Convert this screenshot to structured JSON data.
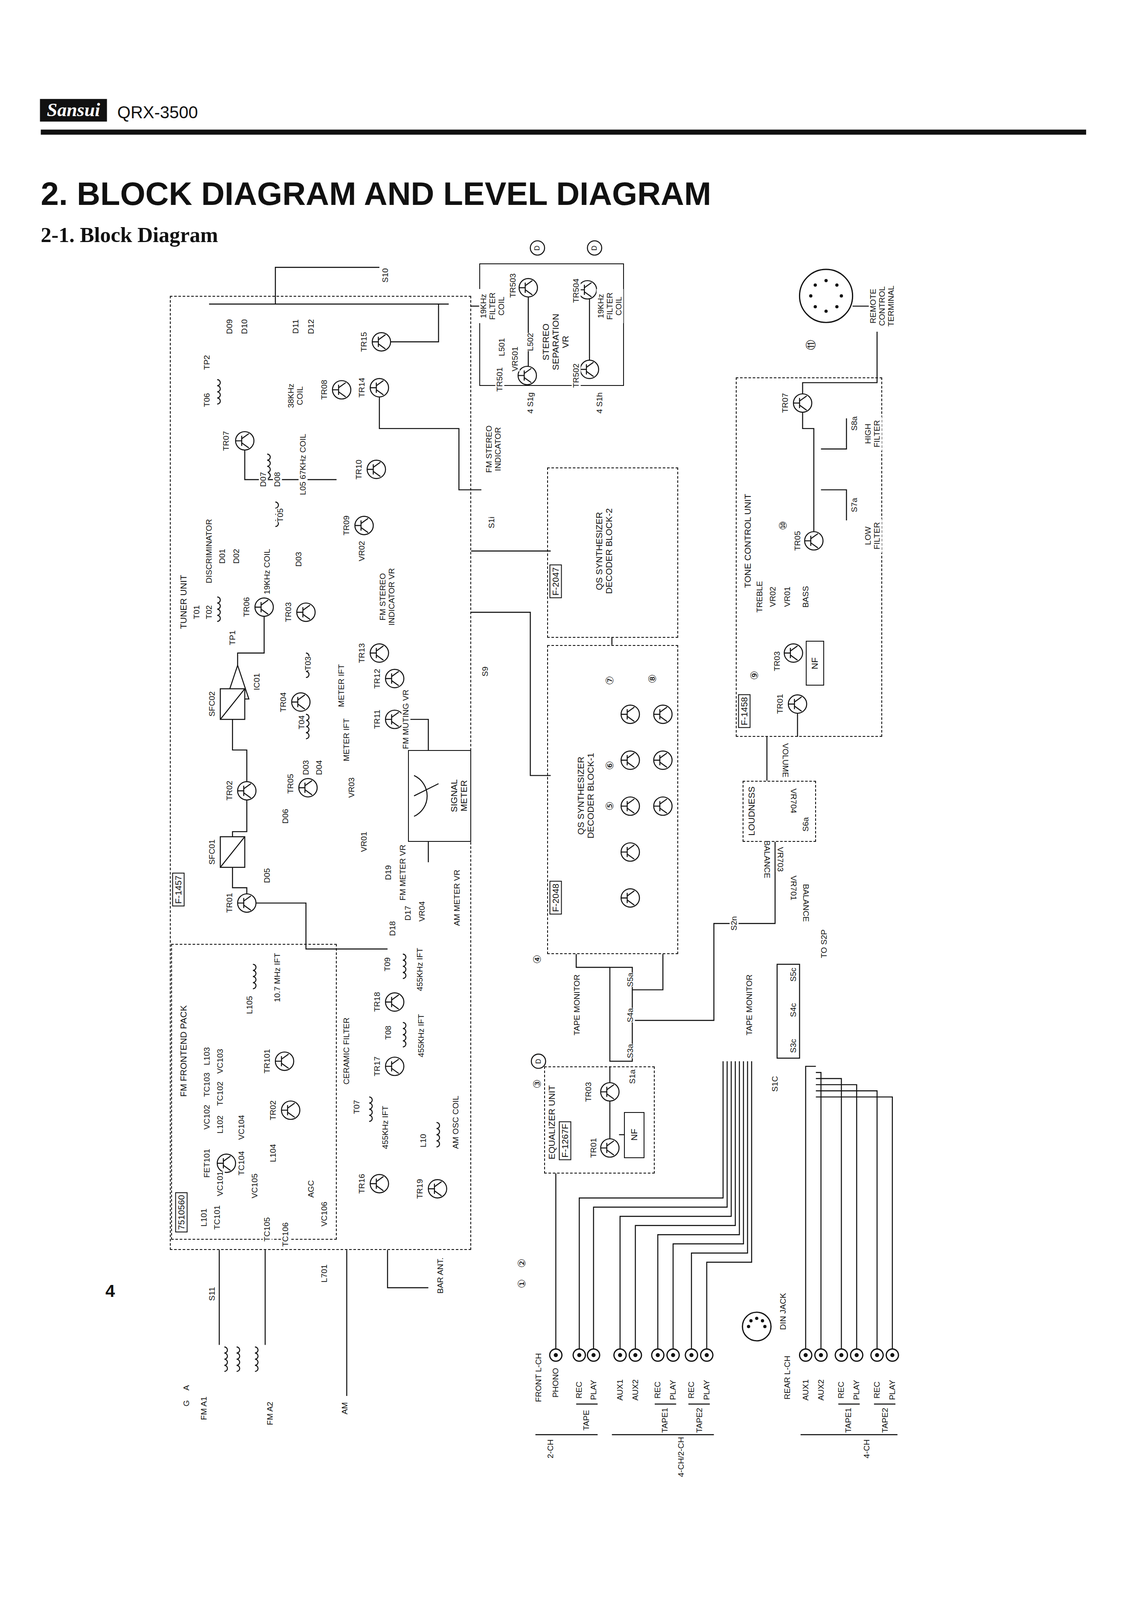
{
  "diagram": {
    "title": "2. BLOCK DIAGRAM AND LEVEL DIAGRAM",
    "nodes": [
      {
        "text": [
          "TUNER UNIT",
          "F-1457"
        ]
      },
      {
        "text": [
          "FM FRONTEND PACK",
          "7510560"
        ],
        "in": 0
      },
      {
        "text": [
          "SIGNAL METER"
        ],
        "in": 0
      },
      {
        "text": [
          "STEREO SEPARATION VR"
        ]
      },
      {
        "text": [
          "F-2047",
          "QS SYNTHESIZER DECODER BLOCK-2"
        ]
      },
      {
        "text": [
          "F-2048",
          "QS SYNTHESIZER DECODER BLOCK-1"
        ]
      },
      {
        "text": [
          "F-1458",
          "TONE CONTROL UNIT"
        ]
      },
      {
        "text": [
          "NF"
        ],
        "in": 6
      },
      {
        "text": [
          "F-1267F",
          "EQUALIZER UNIT"
        ]
      },
      {
        "text": [
          "NF"
        ],
        "in": 8
      },
      {
        "text": [
          "LOUDNESS"
        ]
      }
    ],
    "edges": [
      {
        "from": 4,
        "to": 5,
        "arrow": "none"
      },
      {
        "from": 10,
        "to": 6,
        "arrow": "none"
      },
      {
        "from": 0,
        "to": 3,
        "arrow": "none"
      }
    ],
    "labels": [
      "Sansui",
      "QRX-3500",
      "2-1. Block Diagram",
      "4",
      "TP2",
      "D09",
      "D10",
      "D11",
      "D12",
      "T06",
      "38KHz COIL",
      "TR07",
      "TR08",
      "TR15",
      "TR14",
      "TR10",
      "TR09",
      "L05 67KHz COIL",
      "D07",
      "D08",
      "DISCRIMINATOR",
      "D01",
      "D02",
      "T05",
      "19KHz COIL",
      "TR06",
      "D03",
      "VR02",
      "FM STEREO INDICATOR VR",
      "T01",
      "T02",
      "TP1",
      "TR03",
      "IC01",
      "TR13",
      "T03",
      "METER IFT",
      "TR04",
      "METER IFT",
      "TR12",
      "TR11",
      "FM MUTING VR",
      "SFC02",
      "T04",
      "D03",
      "D04",
      "TR02",
      "TR05",
      "VR03",
      "SFC01",
      "D05",
      "D06",
      "VR01",
      "FM METER VR",
      "TR01",
      "D19",
      "D17",
      "D18",
      "VR04",
      "AM METER VR",
      "T09",
      "455KHz IFT",
      "TR18",
      "T08",
      "455KHz IFT",
      "CERAMIC FILTER",
      "TR17",
      "T07",
      "455KHz IFT",
      "TR16",
      "L10",
      "AM OSC COIL",
      "TR19",
      "L701",
      "BAR ANT.",
      "L105",
      "10.7 MHz IFT",
      "TR101",
      "TR02",
      "L104",
      "L103",
      "TC103",
      "VC102",
      "VC103",
      "TC102",
      "L102",
      "FET101",
      "TC104",
      "VC104",
      "VC105",
      "VC101",
      "L101",
      "TC101",
      "TC105",
      "TC106",
      "VC106",
      "AGC",
      "S11",
      "A",
      "G",
      "FM A1",
      "FM A2",
      "AM",
      "S10",
      "FM STEREO INDICATOR",
      "S1i",
      "S9",
      "19KHz FILTER COIL",
      "TR503",
      "L501",
      "VR501",
      "TR501",
      "L502",
      "TR504",
      "TR502",
      "19KHz FILTER COIL",
      "4 S1g",
      "4 S1h",
      "⑤",
      "⑥",
      "⑦",
      "⑧",
      "④",
      "③",
      "②",
      "①",
      "⑨",
      "⑩",
      "⑪",
      "D",
      "D",
      "D",
      "TAPE MONITOR",
      "TAPE MONITOR",
      "S5a",
      "S4a",
      "S3a",
      "S1a",
      "S5c",
      "S4c",
      "S3c",
      "S1C",
      "S2n",
      "TO S2P",
      "TR01",
      "TR03",
      "TREBLE",
      "VR02",
      "VR01",
      "BASS",
      "TR05",
      "TR07",
      "S8a",
      "HIGH FILTER",
      "S7a",
      "LOW FILTER",
      "VOLUME",
      "VR704",
      "S6a",
      "BALANCE",
      "VR703",
      "VR701",
      "BALANCE",
      "TR01",
      "TR03",
      "DIN JACK",
      "REMOTE CONTROL TERMINAL",
      "FRONT L-CH",
      "PHONO",
      "REC",
      "PLAY",
      "TAPE",
      "2-CH",
      "AUX1",
      "AUX2",
      "REC",
      "PLAY",
      "REC",
      "PLAY",
      "TAPE1",
      "TAPE2",
      "4-CH/2-CH",
      "REAR L-CH",
      "AUX1",
      "AUX2",
      "REC",
      "PLAY",
      "REC",
      "PLAY",
      "TAPE1",
      "TAPE2",
      "4-CH"
    ]
  }
}
